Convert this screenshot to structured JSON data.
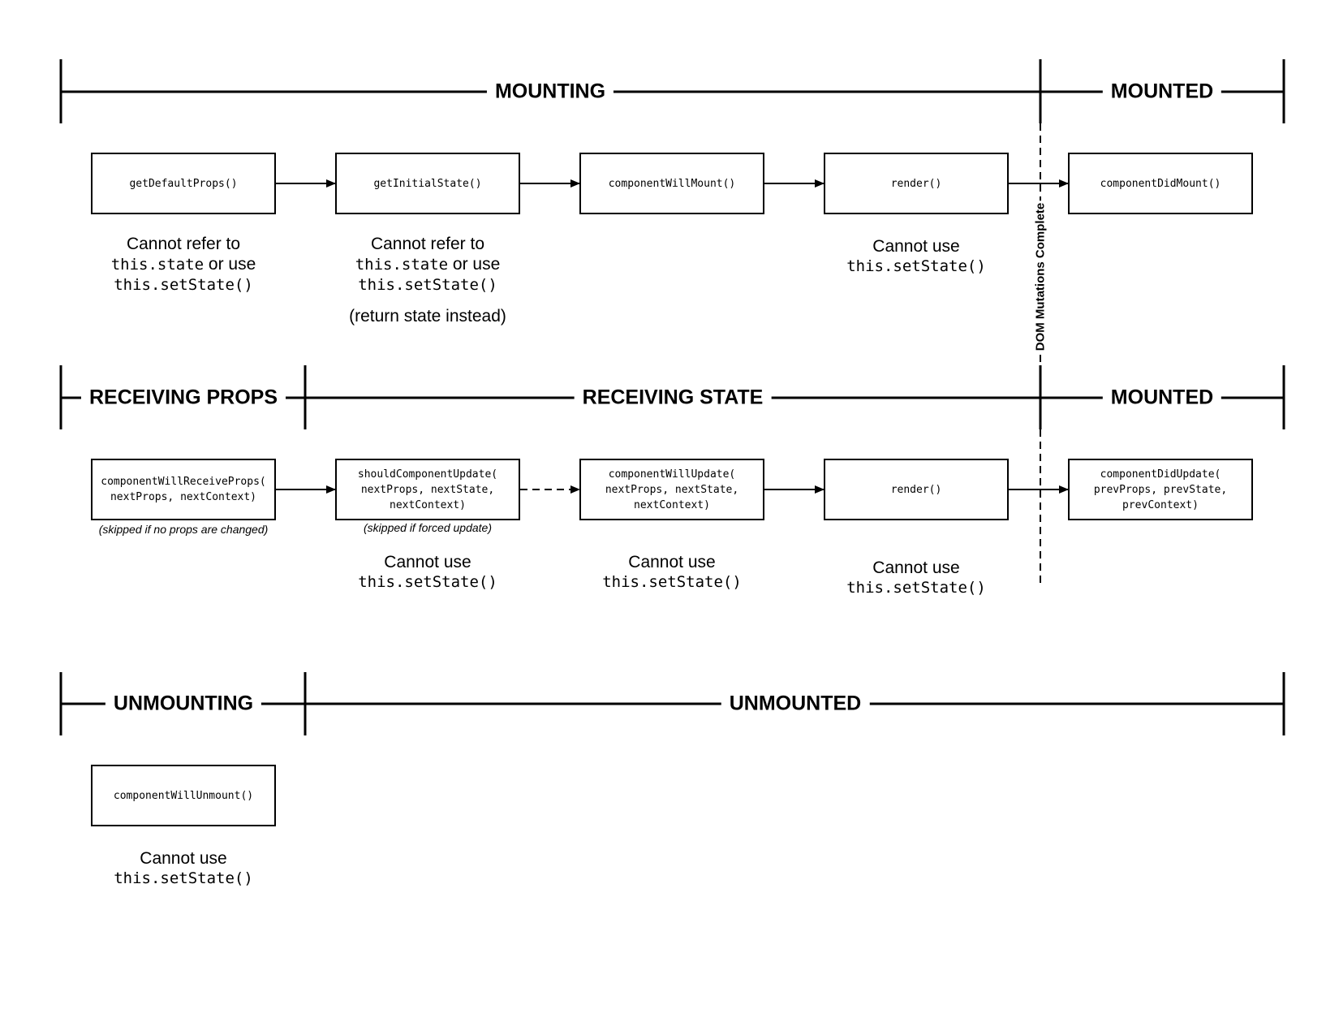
{
  "headers": {
    "mounting": "MOUNTING",
    "mounted_top": "MOUNTED",
    "receiving_props": "RECEIVING PROPS",
    "receiving_state": "RECEIVING STATE",
    "mounted_mid": "MOUNTED",
    "unmounting": "UNMOUNTING",
    "unmounted": "UNMOUNTED"
  },
  "dom_label": "DOM Mutations Complete",
  "boxes": {
    "get_default_props": "getDefaultProps()",
    "get_initial_state": "getInitialState()",
    "component_will_mount": "componentWillMount()",
    "render_mount": "render()",
    "component_did_mount": "componentDidMount()",
    "component_will_receive_props": "componentWillReceiveProps(\nnextProps, nextContext)",
    "should_component_update": "shouldComponentUpdate(\nnextProps, nextState,\nnextContext)",
    "component_will_update": "componentWillUpdate(\nnextProps, nextState,\nnextContext)",
    "render_update": "render()",
    "component_did_update": "componentDidUpdate(\nprevProps, prevState,\nprevContext)",
    "component_will_unmount": "componentWillUnmount()"
  },
  "notes": {
    "default_props": {
      "line1": "Cannot refer to",
      "code1": "this.state",
      "mid": " or use",
      "code2": "this.setState()"
    },
    "initial_state": {
      "line1": "Cannot refer to",
      "code1": "this.state",
      "mid": " or use",
      "code2": "this.setState()",
      "extra": "(return state instead)"
    },
    "render_mount": {
      "line1": "Cannot use",
      "code": "this.setState()"
    },
    "should_update": {
      "line1": "Cannot use",
      "code": "this.setState()"
    },
    "will_update": {
      "line1": "Cannot use",
      "code": "this.setState()"
    },
    "render_update": {
      "line1": "Cannot use",
      "code": "this.setState()"
    },
    "will_unmount": {
      "line1": "Cannot use",
      "code": "this.setState()"
    }
  },
  "captions": {
    "skipped_no_props": "(skipped if no props are changed)",
    "skipped_forced": "(skipped if forced update)"
  }
}
